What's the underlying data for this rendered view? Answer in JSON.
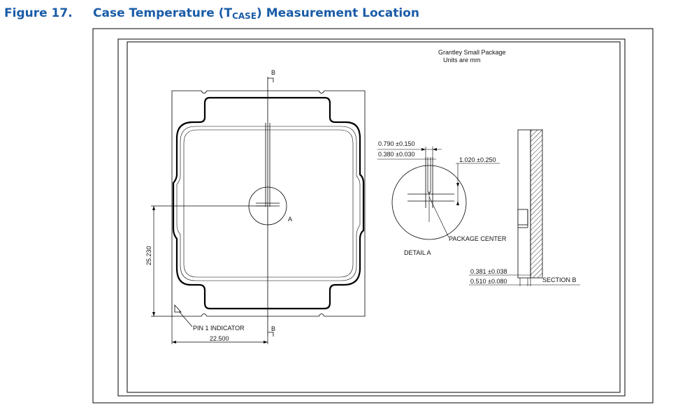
{
  "figure": {
    "number": "Figure 17.",
    "title_pre": "Case Temperature (T",
    "title_sub": "CASE",
    "title_post": ") Measurement Location"
  },
  "drawing": {
    "note_line1": "Grantley Small Package",
    "note_line2": "Units are mm",
    "section_marker_top": "B",
    "section_marker_bottom": "B",
    "detail_marker": "A",
    "dim_vertical": "25.230",
    "dim_horizontal": "22.500",
    "pin1_label": "PIN 1 INDICATOR",
    "detail_dim1": "0.790 ±0.150",
    "detail_dim2": "0.380 ±0.030",
    "detail_dim3": "1.020 ±0.250",
    "package_center": "PACKAGE CENTER",
    "detail_label": "DETAIL A",
    "section_dim1": "0.381 ±0.038",
    "section_dim2": "0.510 ±0.080",
    "section_label": "SECTION B"
  }
}
